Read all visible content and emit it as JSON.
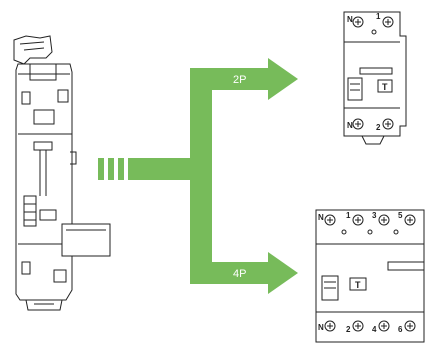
{
  "arrows": {
    "top_label": "2P",
    "bottom_label": "4P",
    "color": "#77bb5a"
  },
  "module_2p": {
    "terminals_top": [
      "N",
      "1"
    ],
    "terminals_bottom": [
      "N",
      "2"
    ],
    "test_button": "T"
  },
  "module_4p": {
    "terminals_top": [
      "N",
      "1",
      "3",
      "5"
    ],
    "terminals_bottom": [
      "N",
      "2",
      "4",
      "6"
    ],
    "test_button": "T"
  }
}
